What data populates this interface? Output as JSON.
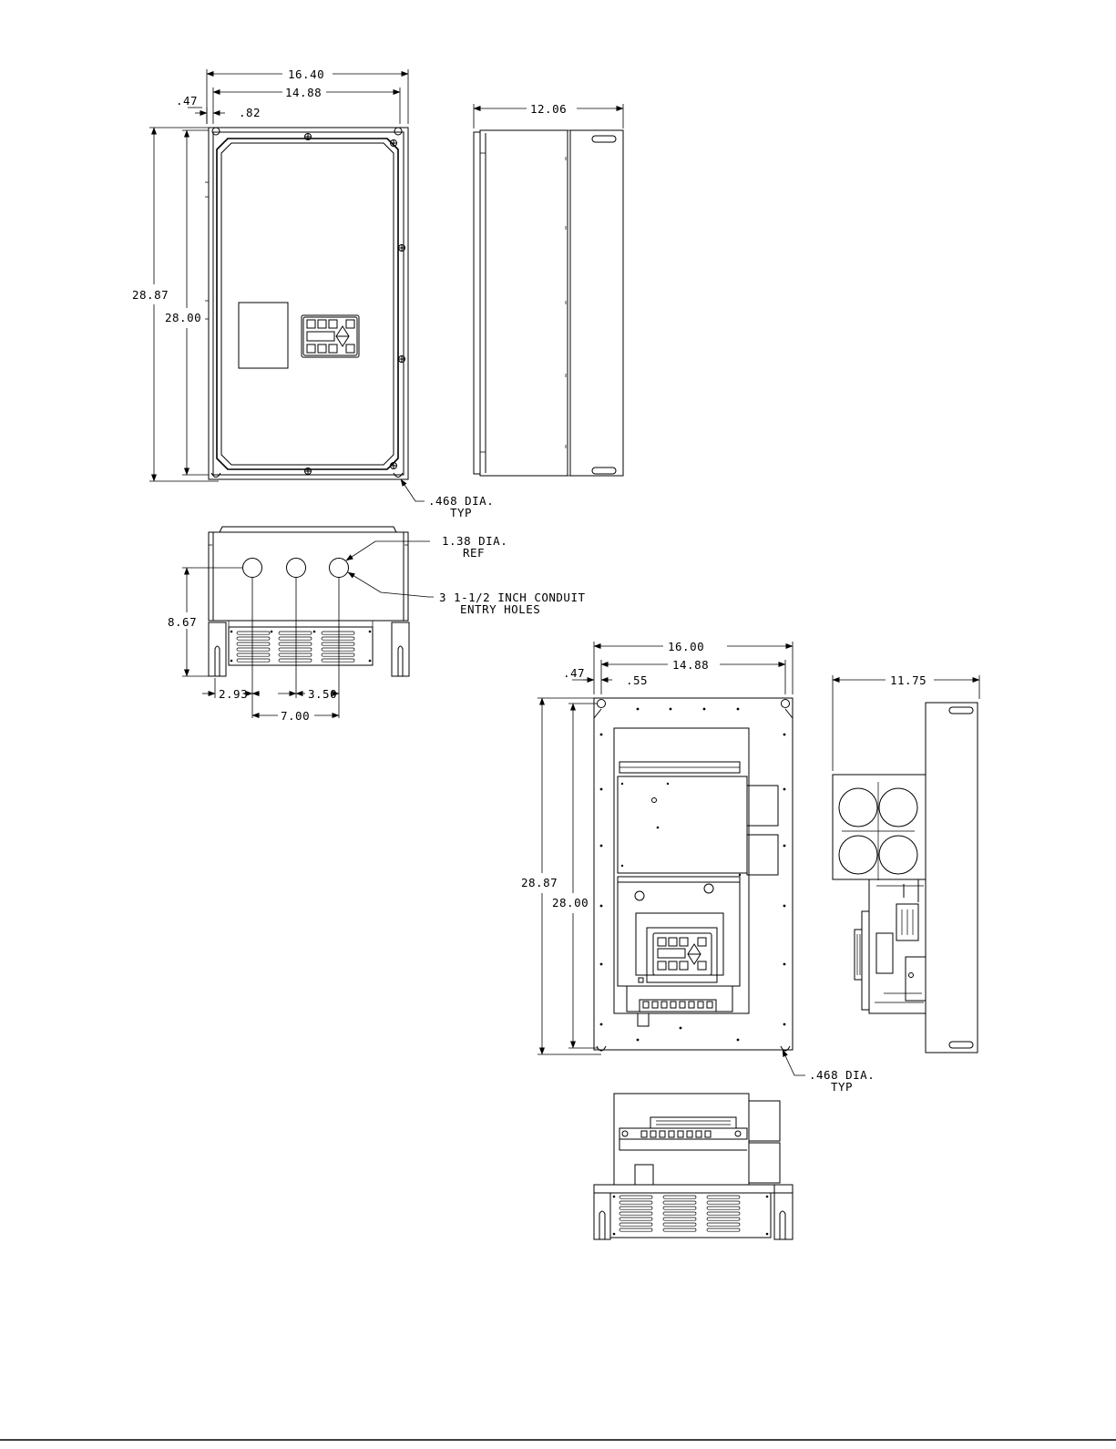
{
  "colors": {
    "line": "#000000",
    "background": "#ffffff"
  },
  "top": {
    "front": {
      "overall_width": "16.40",
      "hole_width": "14.88",
      "left_offset": ".47",
      "inner_offset": ".82",
      "overall_height": "28.87",
      "hole_height": "28.00"
    },
    "side": {
      "depth": "12.06"
    },
    "mount_hole": {
      "line1": ".468 DIA.",
      "line2": "TYP"
    },
    "bottom": {
      "height": "8.67",
      "hole_dia": {
        "line1": "1.38 DIA.",
        "line2": "REF"
      },
      "conduit": {
        "line1": "3 1-1/2 INCH CONDUIT",
        "line2": "ENTRY HOLES"
      },
      "spacing_a": "2.93",
      "spacing_b": "3.50",
      "spacing_c": "7.00"
    }
  },
  "bottom": {
    "front": {
      "overall_width": "16.00",
      "hole_width": "14.88",
      "left_offset": ".47",
      "inner_offset": ".55",
      "overall_height": "28.87",
      "hole_height": "28.00"
    },
    "side": {
      "depth": "11.75"
    },
    "mount_hole": {
      "line1": ".468 DIA.",
      "line2": "TYP"
    }
  }
}
